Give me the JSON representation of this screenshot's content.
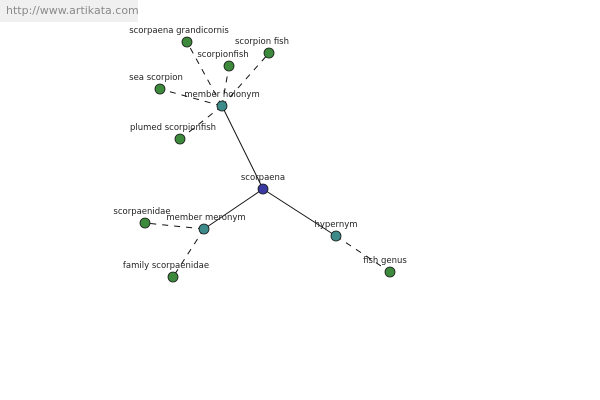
{
  "site": {
    "watermark": "http://www.artikata.com"
  },
  "colors": {
    "center_node": "#3a3aa0",
    "relation_node": "#3c8a8a",
    "term_node": "#3d8a3d",
    "edge": "#111111"
  },
  "graph": {
    "center": {
      "id": "scorpaena",
      "label": "scorpaena"
    },
    "relations": [
      {
        "id": "member-holonym",
        "label": "member holonym",
        "terms": [
          {
            "id": "scorpaena-grandicornis",
            "label": "scorpaena grandicornis"
          },
          {
            "id": "scorpionfish",
            "label": "scorpionfish"
          },
          {
            "id": "scorpion-fish",
            "label": "scorpion fish"
          },
          {
            "id": "sea-scorpion",
            "label": "sea scorpion"
          },
          {
            "id": "plumed-scorpionfish",
            "label": "plumed scorpionfish"
          }
        ]
      },
      {
        "id": "member-meronym",
        "label": "member meronym",
        "terms": [
          {
            "id": "scorpaenidae",
            "label": "scorpaenidae"
          },
          {
            "id": "family-scorpaenidae",
            "label": "family scorpaenidae"
          }
        ]
      },
      {
        "id": "hypernym",
        "label": "hypernym",
        "terms": [
          {
            "id": "fish-genus",
            "label": "fish genus"
          }
        ]
      }
    ]
  }
}
